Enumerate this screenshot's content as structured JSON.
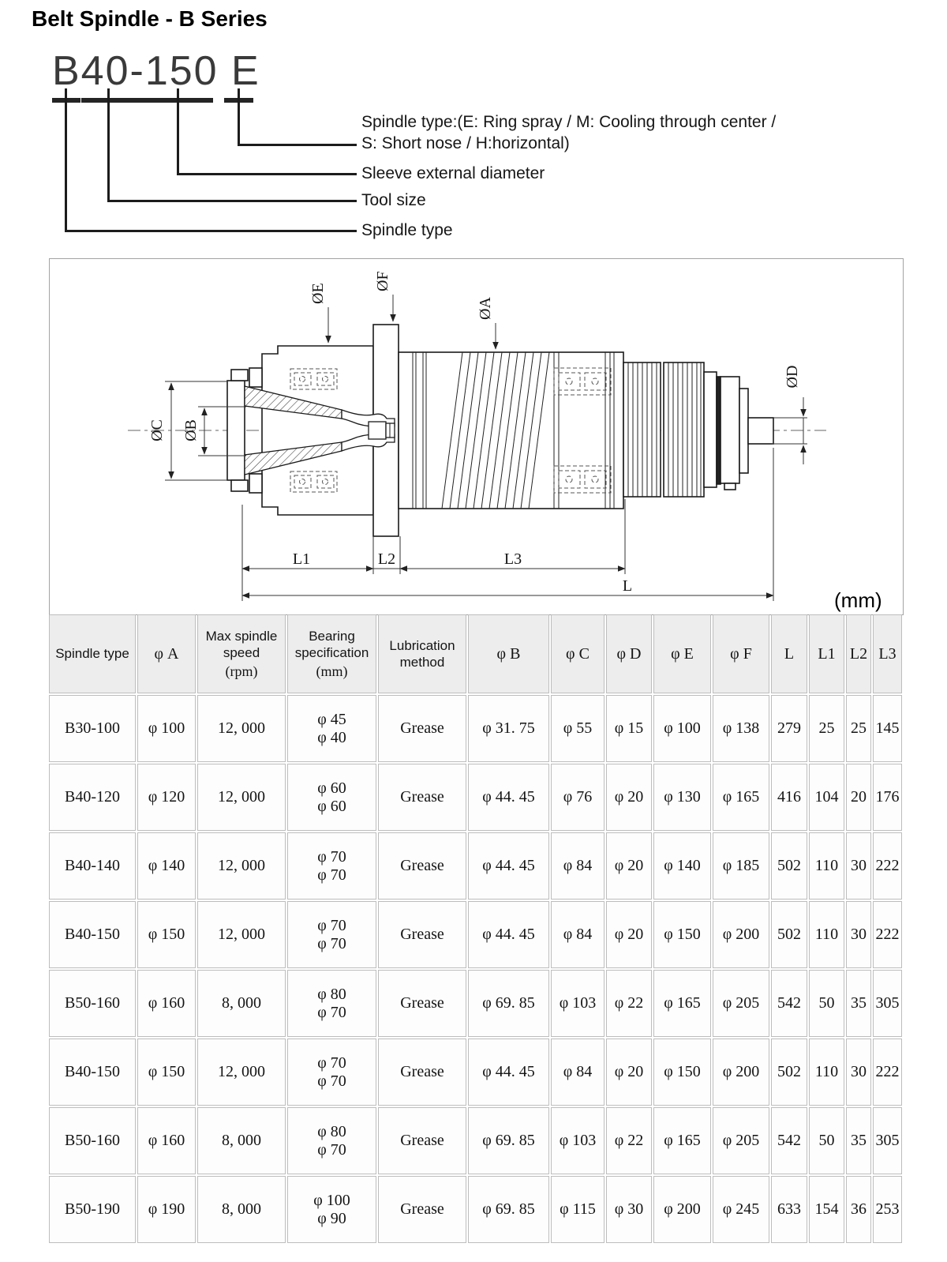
{
  "page": {
    "title": "Belt Spindle - B Series"
  },
  "model_legend": {
    "code": "B40-150 E",
    "callouts": [
      {
        "line1": "Spindle type:(E: Ring spray / M: Cooling through center  /",
        "line2": "S: Short nose / H:horizontal)"
      },
      {
        "line1": "Sleeve external diameter"
      },
      {
        "line1": "Tool size"
      },
      {
        "line1": "Spindle type"
      }
    ]
  },
  "diagram": {
    "units_label": "(mm)",
    "dim_labels": {
      "phiE": "ØE",
      "phiF": "ØF",
      "phiA": "ØA",
      "phiD": "ØD",
      "phiC": "ØC",
      "phiB": "ØB",
      "L": "L",
      "L1": "L1",
      "L2": "L2",
      "L3": "L3"
    }
  },
  "table": {
    "columns": [
      {
        "label": "Spindle type",
        "sub": null
      },
      {
        "label": "φ A",
        "sub": null
      },
      {
        "label": "Max spindle speed",
        "sub": "(rpm)"
      },
      {
        "label": "Bearing specification",
        "sub": "(mm)"
      },
      {
        "label": "Lubrication method",
        "sub": null
      },
      {
        "label": "φ B",
        "sub": null
      },
      {
        "label": "φ C",
        "sub": null
      },
      {
        "label": "φ D",
        "sub": null
      },
      {
        "label": "φ E",
        "sub": null
      },
      {
        "label": "φ F",
        "sub": null
      },
      {
        "label": "L",
        "sub": null
      },
      {
        "label": "L1",
        "sub": null
      },
      {
        "label": "L2",
        "sub": null
      },
      {
        "label": "L3",
        "sub": null
      }
    ],
    "row_keys": [
      "model",
      "phiA",
      "speed",
      "bearing",
      "lube",
      "phiB",
      "phiC",
      "phiD",
      "phiE",
      "phiF",
      "L",
      "L1",
      "L2",
      "L3"
    ],
    "rows": [
      {
        "model": "B30-100",
        "phiA": "φ 100",
        "speed": "12, 000",
        "bearing": [
          "φ 45",
          "φ 40"
        ],
        "lube": "Grease",
        "phiB": "φ 31. 75",
        "phiC": "φ 55",
        "phiD": "φ 15",
        "phiE": "φ 100",
        "phiF": "φ 138",
        "L": "279",
        "L1": "25",
        "L2": "25",
        "L3": "145"
      },
      {
        "model": "B40-120",
        "phiA": "φ 120",
        "speed": "12, 000",
        "bearing": [
          "φ 60",
          "φ 60"
        ],
        "lube": "Grease",
        "phiB": "φ 44. 45",
        "phiC": "φ 76",
        "phiD": "φ 20",
        "phiE": "φ 130",
        "phiF": "φ 165",
        "L": "416",
        "L1": "104",
        "L2": "20",
        "L3": "176"
      },
      {
        "model": "B40-140",
        "phiA": "φ 140",
        "speed": "12, 000",
        "bearing": [
          "φ 70",
          "φ 70"
        ],
        "lube": "Grease",
        "phiB": "φ 44. 45",
        "phiC": "φ 84",
        "phiD": "φ 20",
        "phiE": "φ 140",
        "phiF": "φ 185",
        "L": "502",
        "L1": "110",
        "L2": "30",
        "L3": "222"
      },
      {
        "model": "B40-150",
        "phiA": "φ 150",
        "speed": "12, 000",
        "bearing": [
          "φ 70",
          "φ 70"
        ],
        "lube": "Grease",
        "phiB": "φ 44. 45",
        "phiC": "φ 84",
        "phiD": "φ 20",
        "phiE": "φ 150",
        "phiF": "φ 200",
        "L": "502",
        "L1": "110",
        "L2": "30",
        "L3": "222"
      },
      {
        "model": "B50-160",
        "phiA": "φ 160",
        "speed": "8, 000",
        "bearing": [
          "φ 80",
          "φ 70"
        ],
        "lube": "Grease",
        "phiB": "φ 69. 85",
        "phiC": "φ 103",
        "phiD": "φ 22",
        "phiE": "φ 165",
        "phiF": "φ 205",
        "L": "542",
        "L1": "50",
        "L2": "35",
        "L3": "305"
      },
      {
        "model": "B40-150",
        "phiA": "φ 150",
        "speed": "12, 000",
        "bearing": [
          "φ 70",
          "φ 70"
        ],
        "lube": "Grease",
        "phiB": "φ 44. 45",
        "phiC": "φ 84",
        "phiD": "φ 20",
        "phiE": "φ 150",
        "phiF": "φ 200",
        "L": "502",
        "L1": "110",
        "L2": "30",
        "L3": "222"
      },
      {
        "model": "B50-160",
        "phiA": "φ 160",
        "speed": "8, 000",
        "bearing": [
          "φ 80",
          "φ 70"
        ],
        "lube": "Grease",
        "phiB": "φ 69. 85",
        "phiC": "φ 103",
        "phiD": "φ 22",
        "phiE": "φ 165",
        "phiF": "φ 205",
        "L": "542",
        "L1": "50",
        "L2": "35",
        "L3": "305"
      },
      {
        "model": "B50-190",
        "phiA": "φ 190",
        "speed": "8, 000",
        "bearing": [
          "φ 100",
          "φ 90"
        ],
        "lube": "Grease",
        "phiB": "φ 69. 85",
        "phiC": "φ 115",
        "phiD": "φ 30",
        "phiE": "φ 200",
        "phiF": "φ 245",
        "L": "633",
        "L1": "154",
        "L2": "36",
        "L3": "253"
      }
    ]
  }
}
